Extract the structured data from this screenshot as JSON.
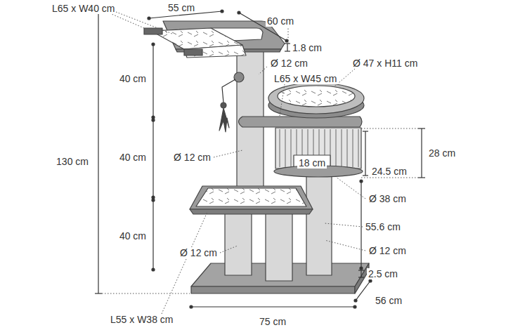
{
  "diagram": {
    "labels": [
      "L65 x W40 cm",
      "55 cm",
      "60 cm",
      "1.8 cm",
      "Ø 47 x H11 cm",
      "Ø 12 cm",
      "40 cm",
      "L65 x W45 cm",
      "130 cm",
      "40 cm",
      "Ø 12 cm",
      "28 cm",
      "24.5 cm",
      "18 cm",
      "Ø 38 cm",
      "55.6 cm",
      "40 cm",
      "Ø 12 cm",
      "Ø 12 cm",
      "2.5 cm",
      "56 cm",
      "L55 x W38 cm",
      "75 cm"
    ]
  }
}
